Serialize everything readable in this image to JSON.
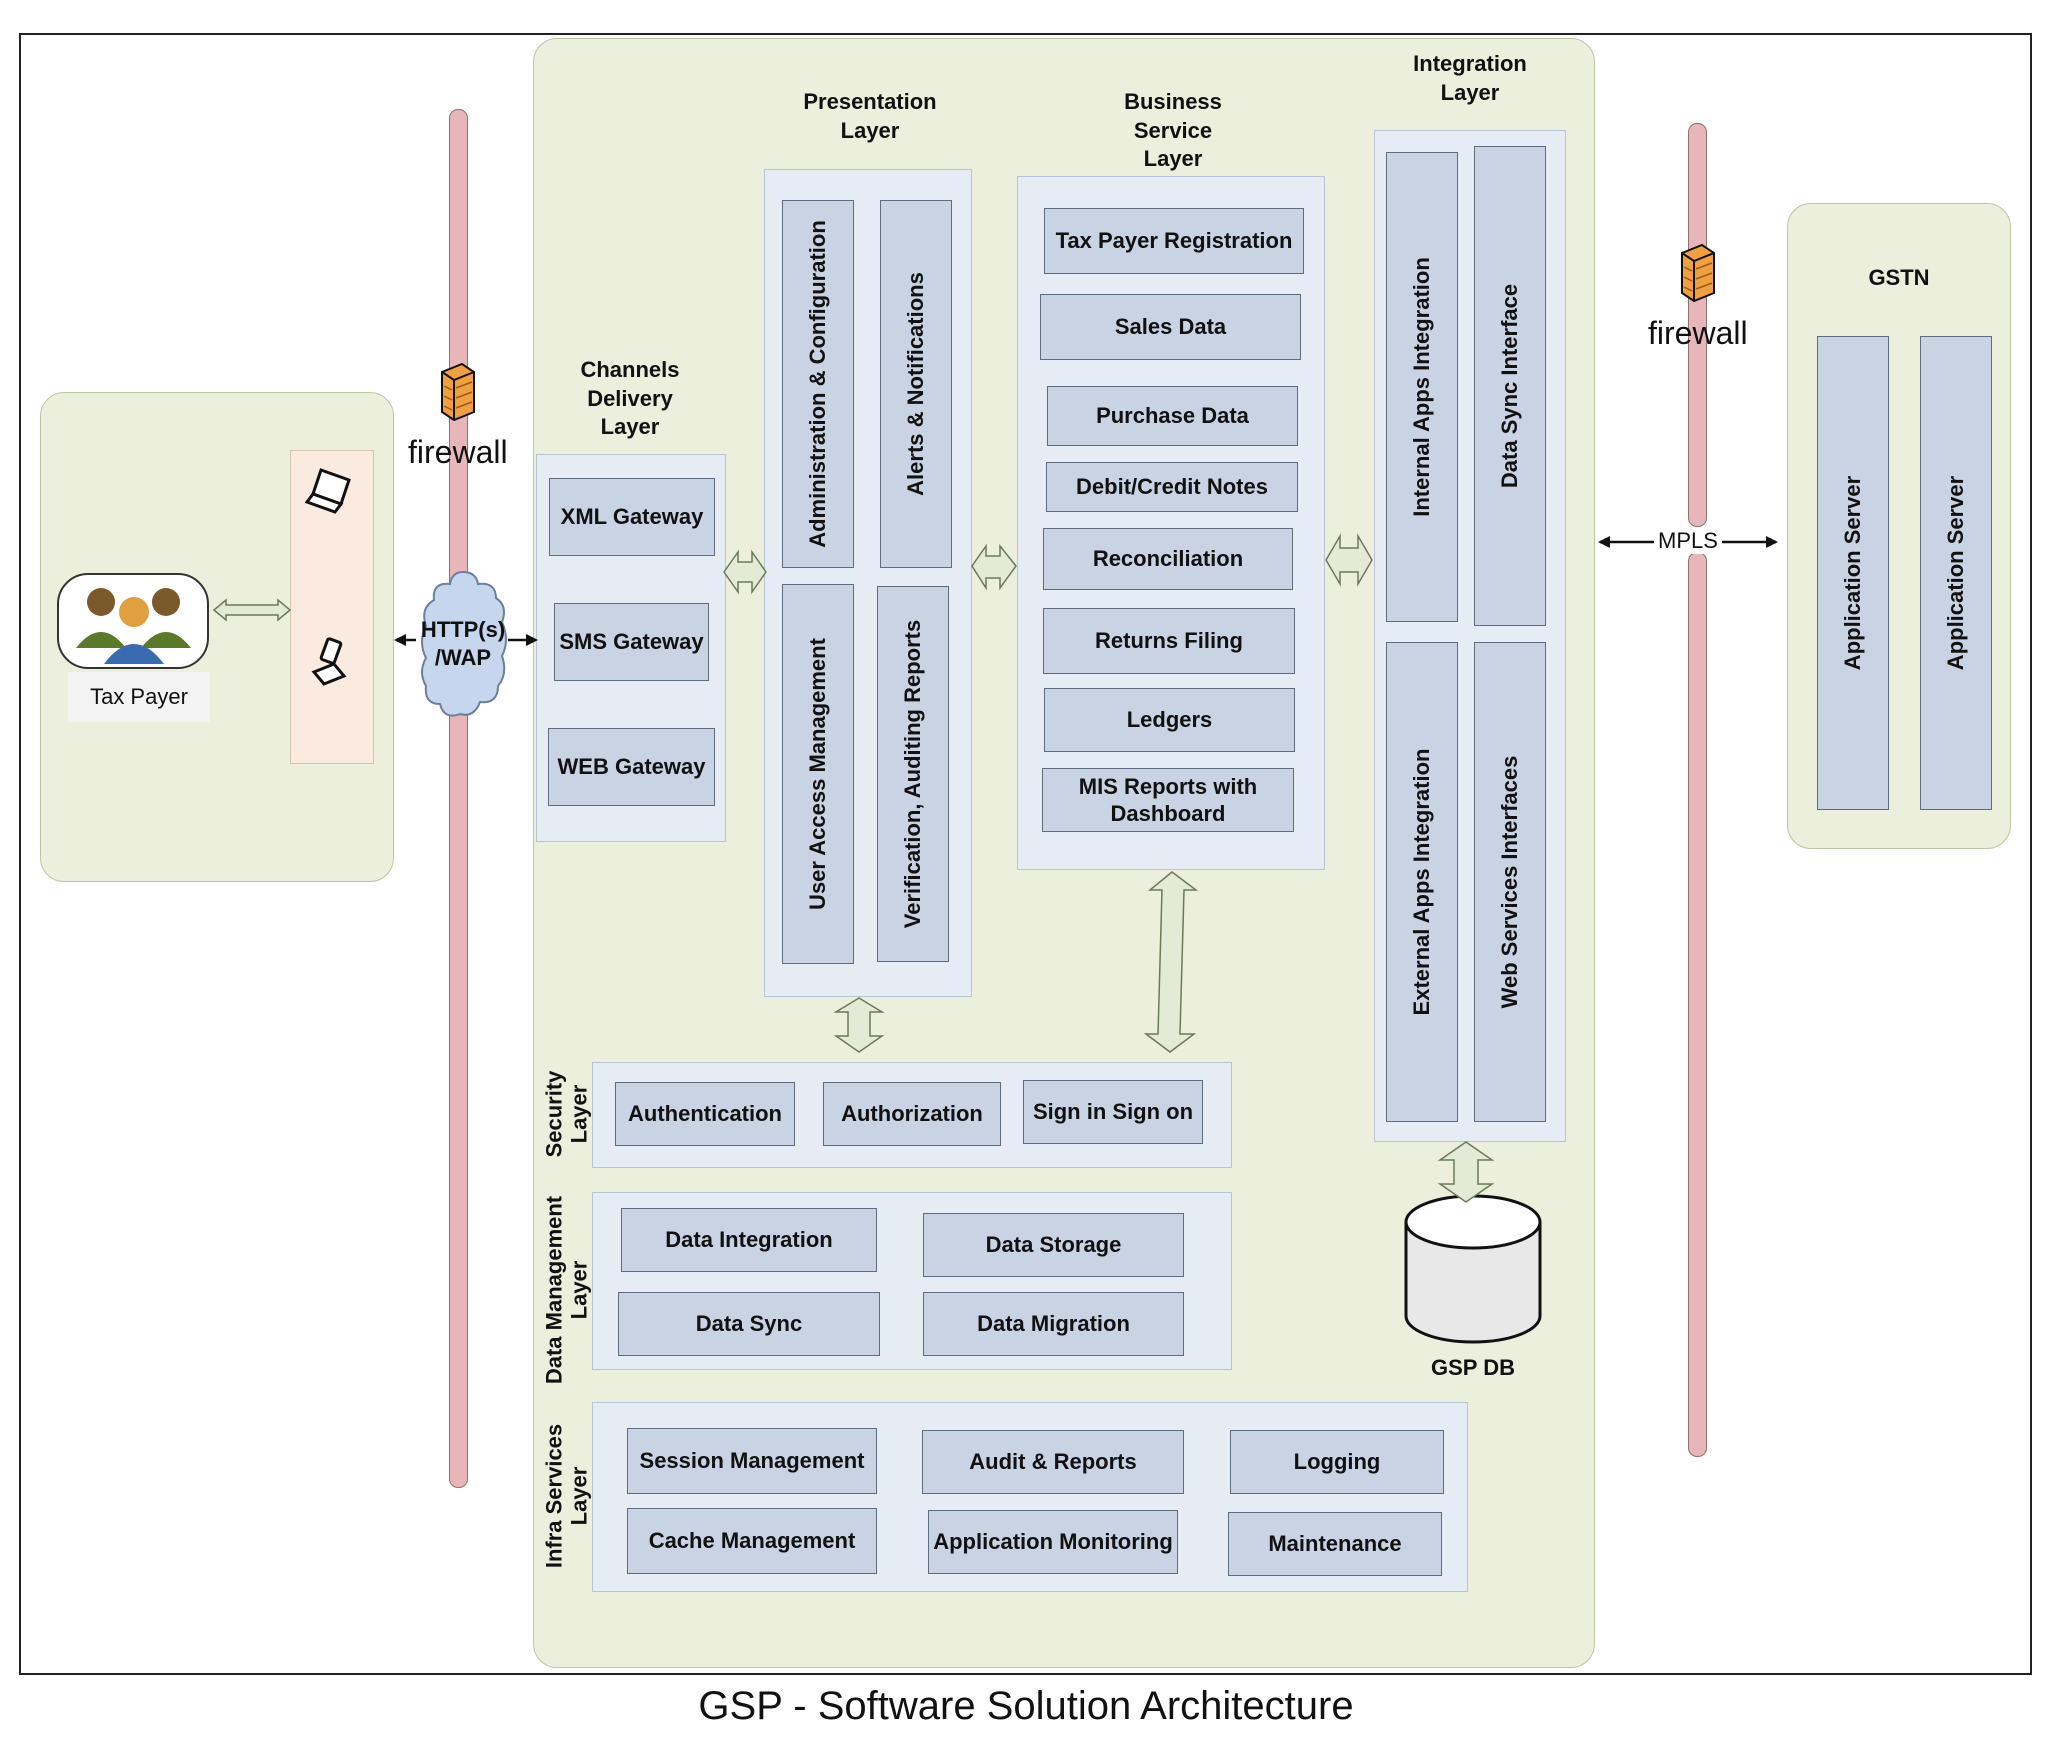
{
  "caption": "GSP - Software Solution Architecture",
  "taxpayer": {
    "label": "Tax Payer"
  },
  "firewall_left": "firewall",
  "firewall_right": "firewall",
  "http_cloud": {
    "line1": "HTTP(s)",
    "line2": "/WAP"
  },
  "mpls": "MPLS",
  "channels": {
    "title_lines": [
      "Channels",
      "Delivery",
      "Layer"
    ],
    "items": [
      "XML Gateway",
      "SMS Gateway",
      "WEB Gateway"
    ]
  },
  "presentation": {
    "title_lines": [
      "Presentation",
      "Layer"
    ],
    "items": [
      "Administration & Configuration",
      "Alerts & Notifications",
      "User Access Management",
      "Verification, Auditing Reports"
    ]
  },
  "business": {
    "title_lines": [
      "Business",
      "Service",
      "Layer"
    ],
    "items": [
      "Tax Payer Registration",
      "Sales Data",
      "Purchase Data",
      "Debit/Credit Notes",
      "Reconciliation",
      "Returns Filing",
      "Ledgers",
      "MIS Reports with Dashboard"
    ]
  },
  "integration": {
    "title_lines": [
      "Integration",
      "Layer"
    ],
    "items": [
      "Internal Apps Integration",
      "Data Sync Interface",
      "External Apps Integration",
      "Web Services Interfaces"
    ]
  },
  "security": {
    "title_lines": [
      "Security",
      "Layer"
    ],
    "items": [
      "Authentication",
      "Authorization",
      "Sign in Sign on"
    ]
  },
  "data_management": {
    "title_lines": [
      "Data Management",
      "Layer"
    ],
    "items": [
      "Data Integration",
      "Data Storage",
      "Data Sync",
      "Data Migration"
    ]
  },
  "infra": {
    "title_lines": [
      "Infra Services",
      "Layer"
    ],
    "items": [
      "Session Management",
      "Audit & Reports",
      "Logging",
      "Cache Management",
      "Application Monitoring",
      "Maintenance"
    ]
  },
  "gsp_db": "GSP DB",
  "gstn": {
    "title": "GSTN",
    "items": [
      "Application Server",
      "Application Server"
    ]
  },
  "colors": {
    "zone_fill": "#ebefdc",
    "panel_fill": "#e6ecf3",
    "box_fill": "#c8d4e4",
    "pipe_fill": "#e7b6b9",
    "firewall_orange": "#f0a040"
  }
}
